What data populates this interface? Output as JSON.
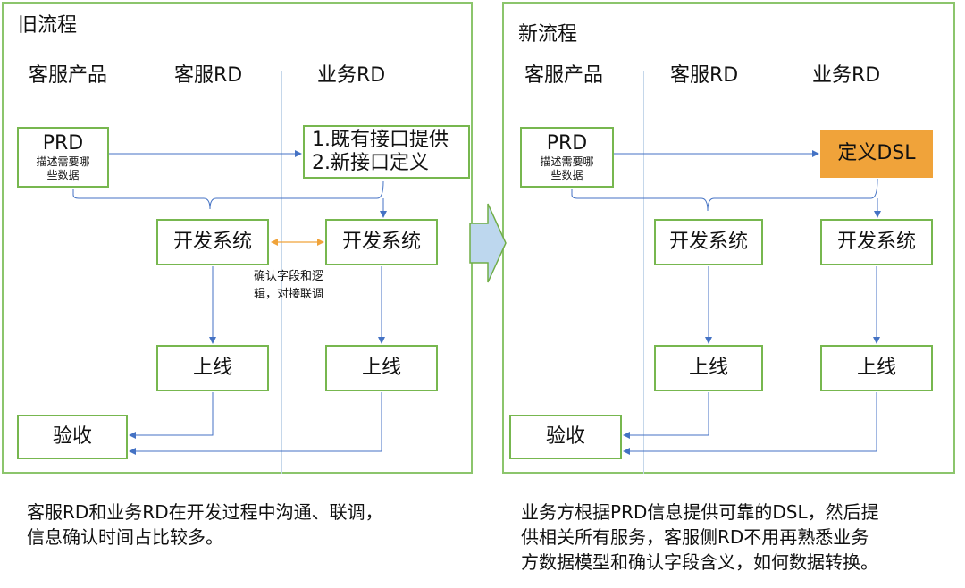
{
  "old": {
    "title": "旧流程",
    "columns": [
      "客服产品",
      "客服RD",
      "业务RD"
    ],
    "prd_title": "PRD",
    "prd_desc_1": "描述需要哪",
    "prd_desc_2": "些数据",
    "interface_line1": "1.既有接口提供",
    "interface_line2": "2.新接口定义",
    "dev_cs": "开发系统",
    "dev_biz": "开发系统",
    "note_1": "确认字段和逻",
    "note_2": "辑，对接联调",
    "online_cs": "上线",
    "online_biz": "上线",
    "accept": "验收",
    "caption_1": "客服RD和业务RD在开发过程中沟通、联调，",
    "caption_2": "信息确认时间占比较多。"
  },
  "new": {
    "title": "新流程",
    "columns": [
      "客服产品",
      "客服RD",
      "业务RD"
    ],
    "prd_title": "PRD",
    "prd_desc_1": "描述需要哪",
    "prd_desc_2": "些数据",
    "dsl": "定义DSL",
    "dev_cs": "开发系统",
    "dev_biz": "开发系统",
    "online_cs": "上线",
    "online_biz": "上线",
    "accept": "验收",
    "caption_1": "业务方根据PRD信息提供可靠的DSL，然后提",
    "caption_2": "供相关所有服务，客服侧RD不用再熟悉业务",
    "caption_3": "方数据模型和确认字段含义，如何数据转换。"
  },
  "colors": {
    "panel_border": "#8cc56c",
    "box_border": "#77b74f",
    "arrow": "#4472c4",
    "bidirectional_arrow": "#f0a33a",
    "dsl_fill": "#f0a33a",
    "transition_arrow_fill": "#bdd7ee",
    "transition_arrow_stroke": "#70ad47"
  }
}
